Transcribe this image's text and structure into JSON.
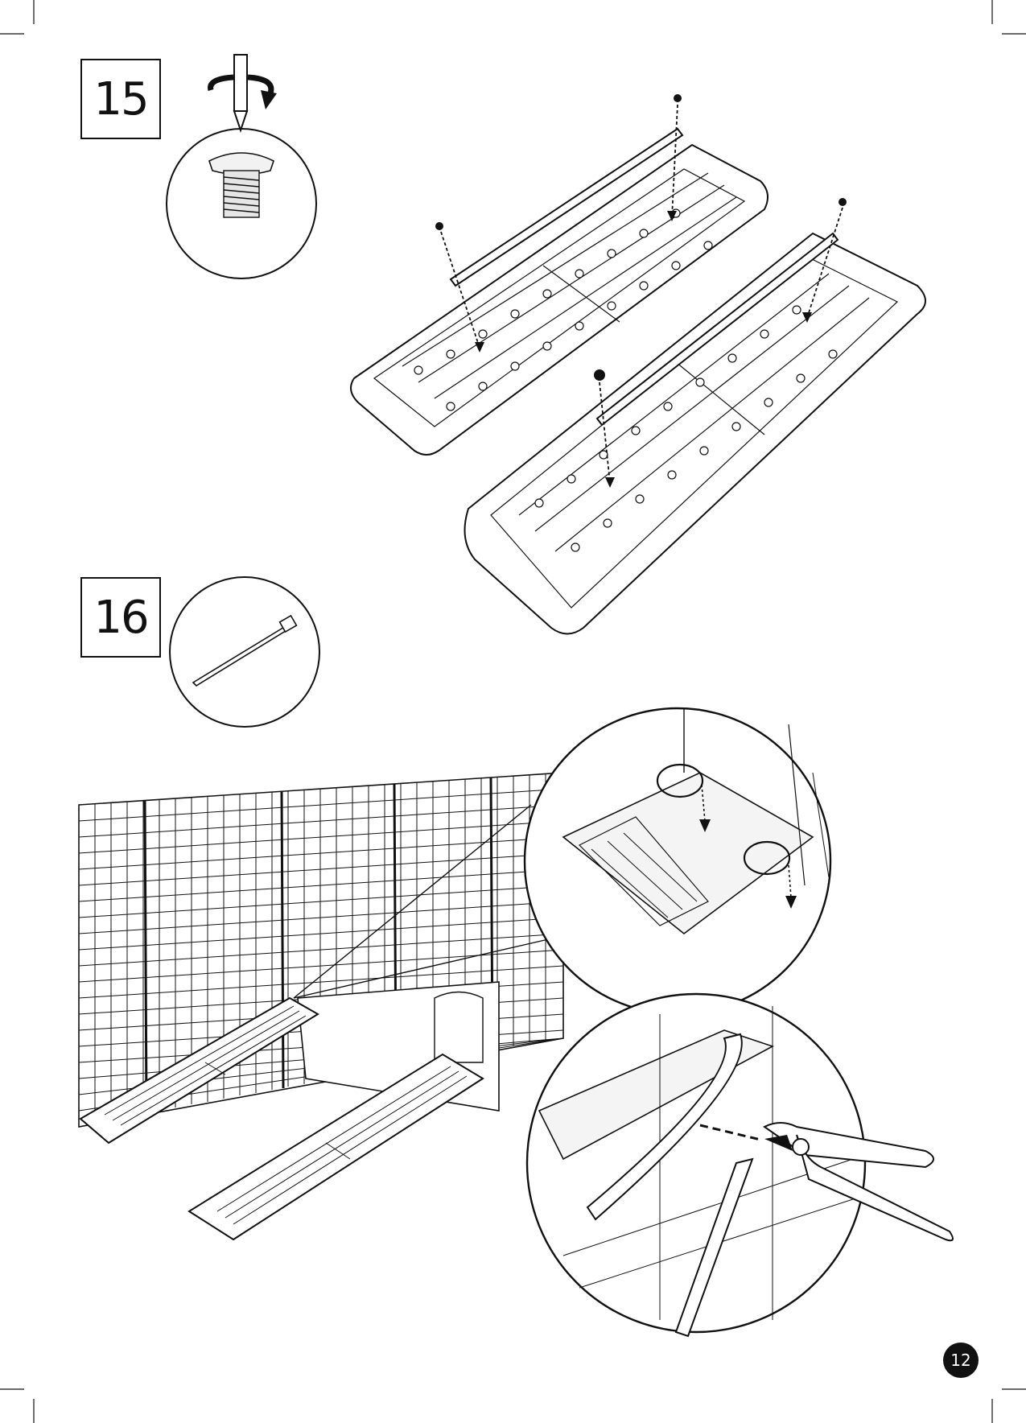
{
  "steps": [
    {
      "number": "15",
      "part": "screw"
    },
    {
      "number": "16",
      "part": "cable-tie"
    }
  ],
  "page_number": "12",
  "icons": {
    "screwdriver": "screwdriver-rotate-icon",
    "screw": "screw-icon",
    "cable_tie": "cable-tie-icon",
    "cutters": "side-cutter-icon"
  }
}
